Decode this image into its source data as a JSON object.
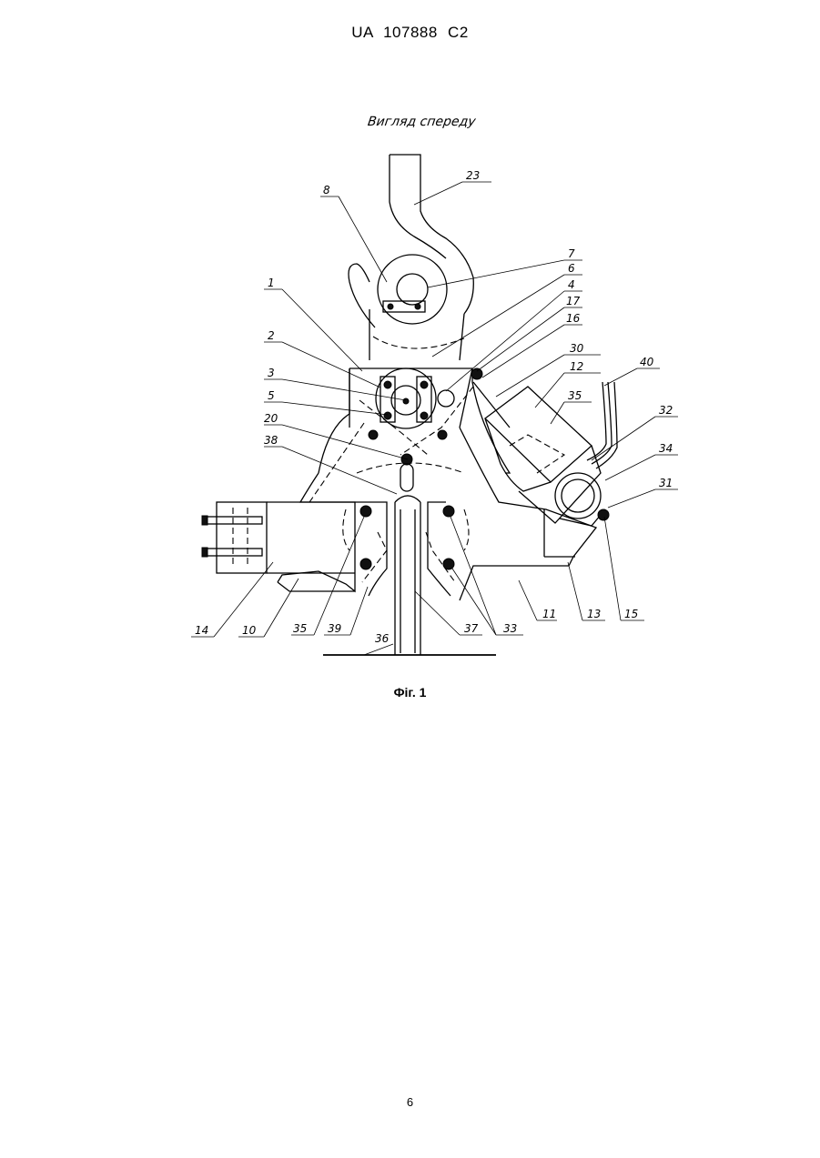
{
  "header": "UA   107888   C2",
  "view_title": "Вигляд спереду",
  "callouts": [
    "23",
    "8",
    "7",
    "6",
    "4",
    "1",
    "17",
    "16",
    "2",
    "30",
    "12",
    "40",
    "3",
    "35",
    "5",
    "20",
    "32",
    "38",
    "34",
    "31",
    "14",
    "10",
    "35",
    "39",
    "36",
    "37",
    "33",
    "11",
    "13",
    "15"
  ],
  "caption": "Фіг. 1",
  "page_number": "6"
}
